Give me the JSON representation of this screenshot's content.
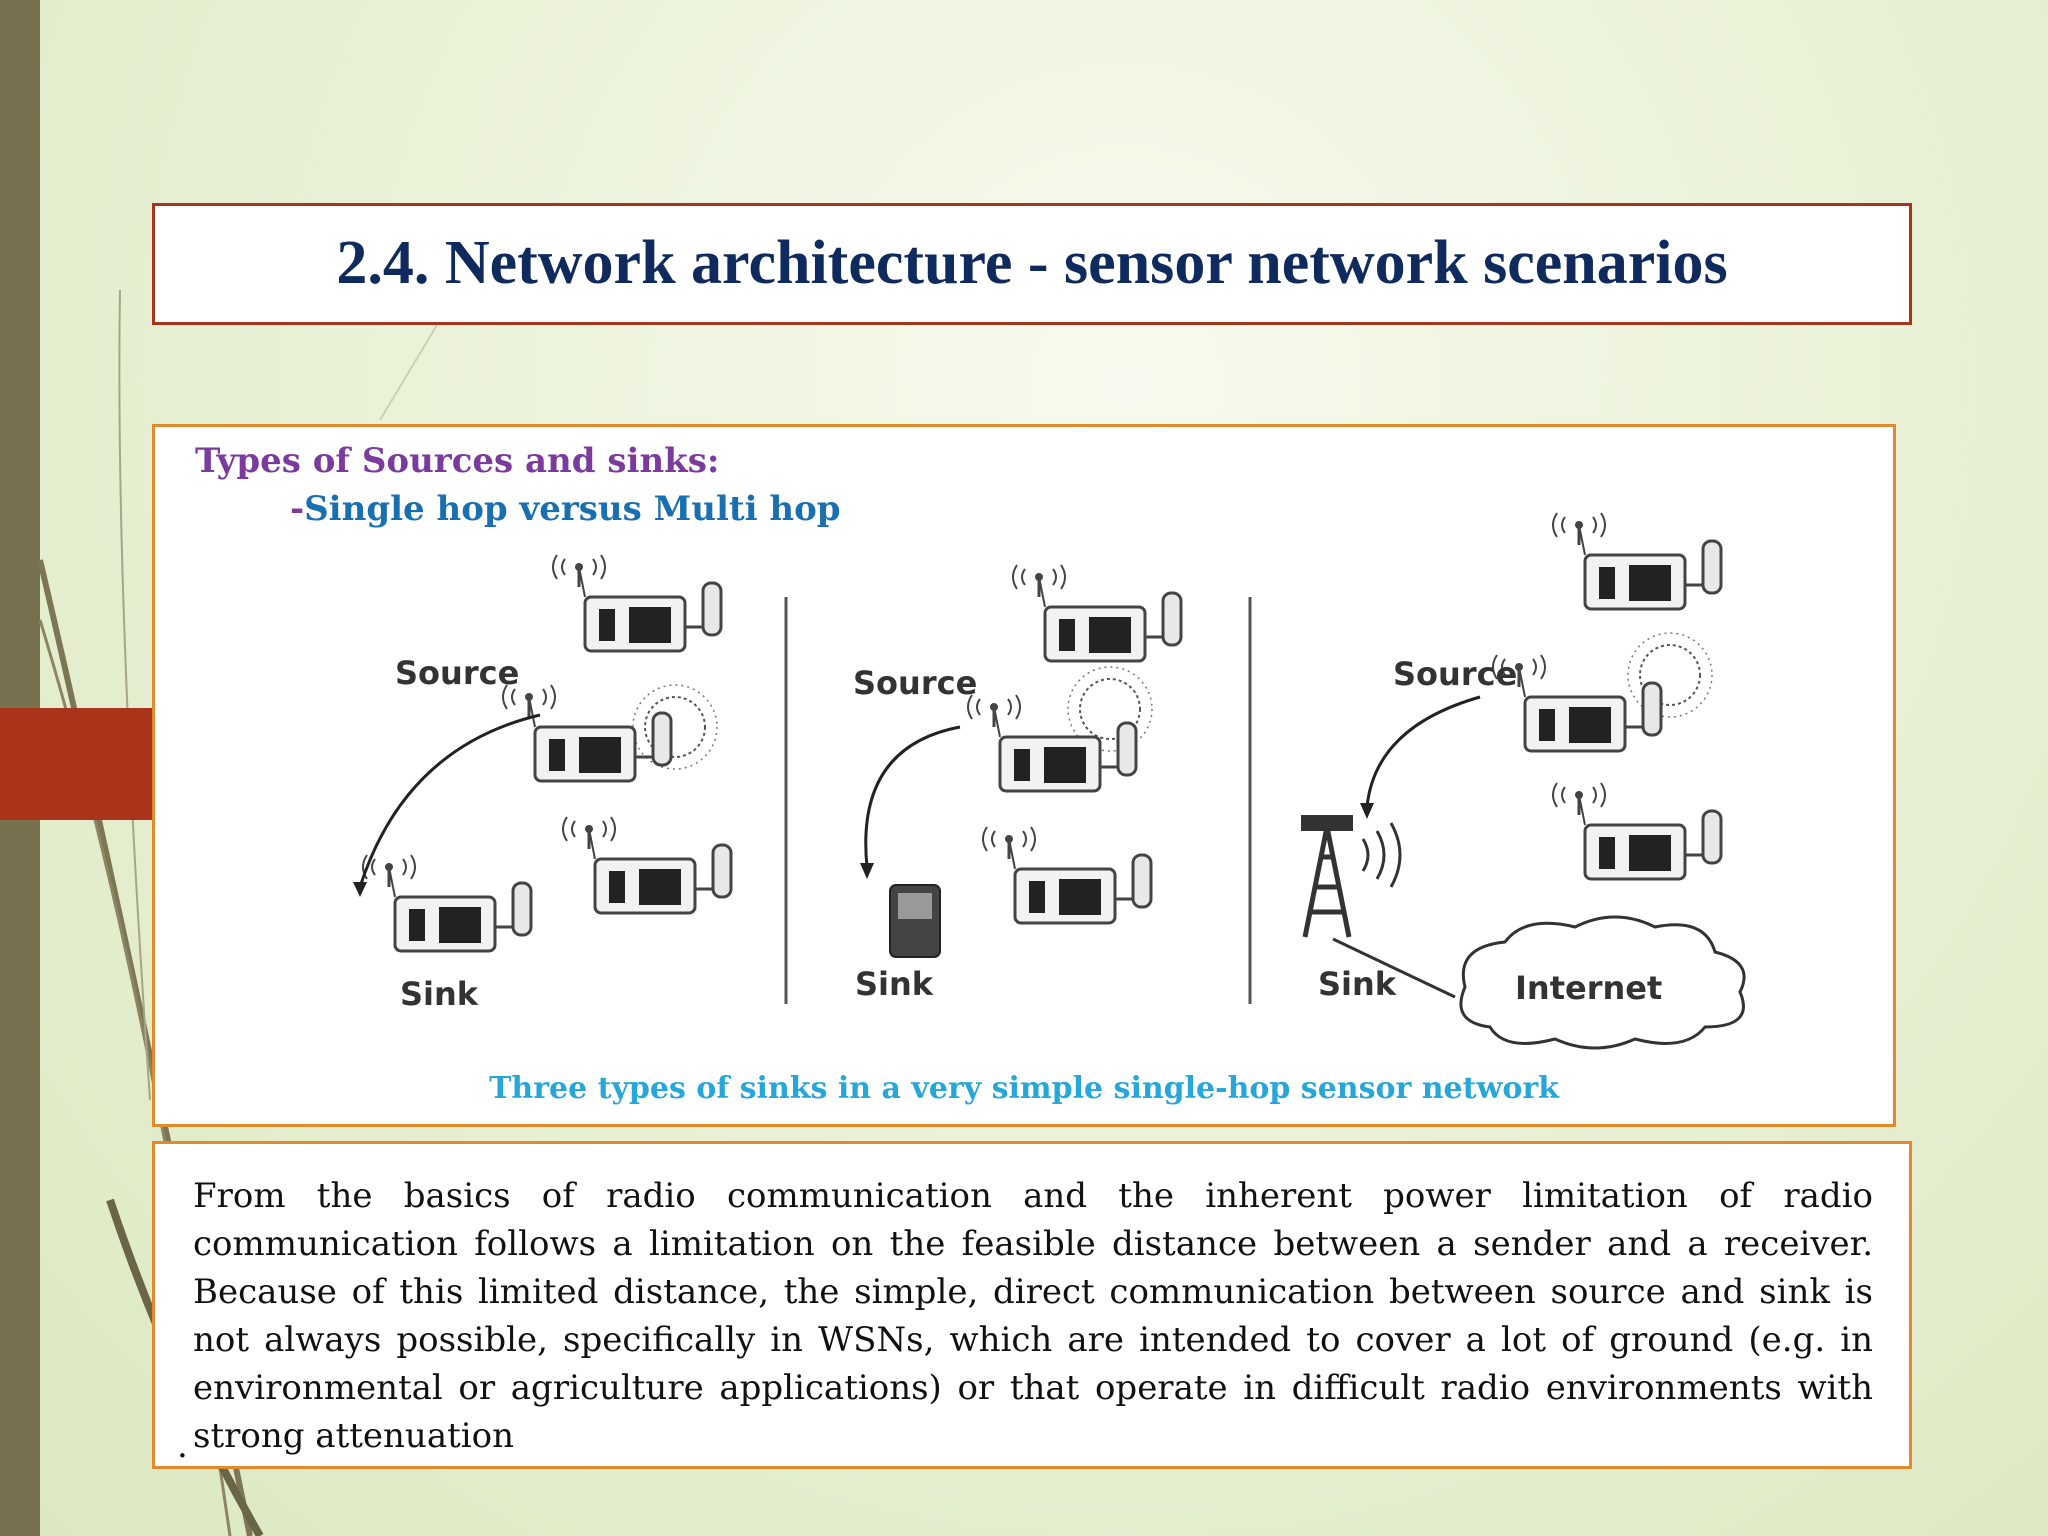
{
  "slide": {
    "title": "2.4.  Network architecture - sensor network scenarios",
    "subtitle": "Types of Sources and sinks:",
    "subheading_dash": "-",
    "subheading": "Single hop versus Multi hop",
    "caption": "Three types of sinks in a very simple single-hop sensor network",
    "paragraph": "From the basics of radio communication and the inherent power limitation of radio communication follows a limitation on the feasible distance between a sender and a receiver. Because of this limited distance, the simple, direct communication between source and sink is not always possible, specifically in WSNs, which are intended to cover a lot of ground (e.g. in environmental or agriculture applications) or that operate in difficult radio environments with strong attenuation",
    "bullet": "."
  },
  "figure": {
    "panel1": {
      "source_label": "Source",
      "sink_label": "Sink"
    },
    "panel2": {
      "source_label": "Source",
      "sink_label": "Sink"
    },
    "panel3": {
      "source_label": "Source",
      "sink_label": "Sink",
      "internet_label": "Internet"
    }
  },
  "colors": {
    "title": "#0f2a5c",
    "subtitle": "#7a3a9e",
    "subheading": "#1a6fb0",
    "caption": "#26a7d8",
    "title_border": "#a3361d",
    "box_border": "#e08a2c",
    "side_bar": "#76704f",
    "red_tab": "#a9341a"
  }
}
